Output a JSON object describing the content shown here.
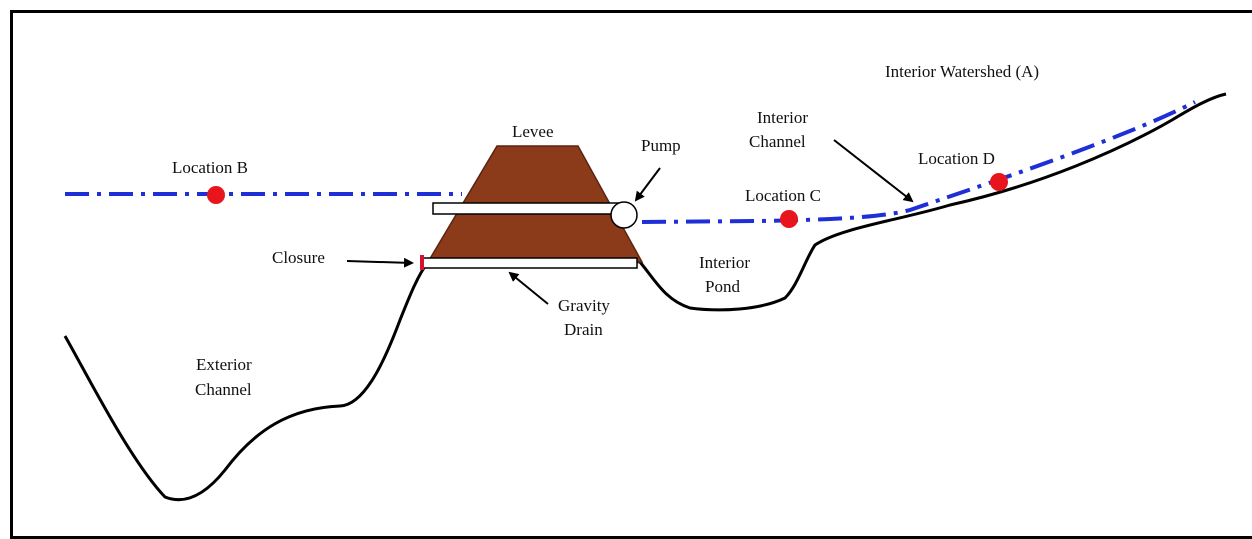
{
  "labels": {
    "interior_watershed": "Interior Watershed (A)",
    "levee": "Levee",
    "pump": "Pump",
    "location_b": "Location B",
    "location_c": "Location C",
    "location_d": "Location D",
    "interior_channel_1": "Interior",
    "interior_channel_2": "Channel",
    "closure": "Closure",
    "gravity_drain_1": "Gravity",
    "gravity_drain_2": "Drain",
    "interior_pond_1": "Interior",
    "interior_pond_2": "Pond",
    "exterior_channel_1": "Exterior",
    "exterior_channel_2": "Channel"
  },
  "colors": {
    "levee_fill": "#8B3A1A",
    "levee_stroke": "#5a2410",
    "water_line": "#1F2FD8",
    "location_marker": "#E8151E",
    "closure_marker": "#D4142A",
    "ground_line": "#000000"
  }
}
